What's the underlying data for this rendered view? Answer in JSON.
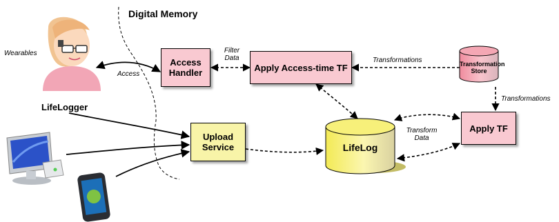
{
  "title": "Digital Memory",
  "actors": {
    "wearables_label": "Wearables",
    "lifelogger_label": "LifeLogger"
  },
  "components": {
    "access_handler": "Access Handler",
    "apply_access_time_tf": "Apply Access-time TF",
    "upload_service": "Upload Service",
    "apply_tf": "Apply TF"
  },
  "stores": {
    "transformation_store": "Transformation Store",
    "lifelog": "LifeLog"
  },
  "edge_labels": {
    "access": "Access",
    "filter_data": "Filter Data",
    "transformations_top": "Transformations",
    "transformations_right": "Transformations",
    "transform_data": "Transform Data"
  },
  "colors": {
    "component_pink": "#f9c9d1",
    "component_yellow": "#f8f4a8",
    "cylinder_pink": "#f4a7b4",
    "cylinder_yellow": "#f7f07a",
    "shadow_olive": "#b9b04a"
  },
  "icons": [
    "person-with-glasses-icon",
    "desktop-computer-icon",
    "smartphone-icon"
  ]
}
